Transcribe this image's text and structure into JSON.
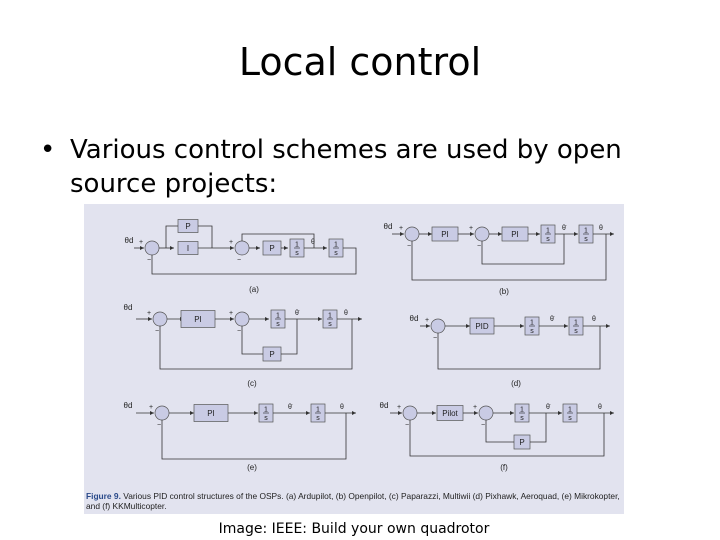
{
  "slide": {
    "title": "Local control",
    "bullet_symbol": "•",
    "bullet": "Various control schemes are used by open source projects:",
    "credit": "Image: IEEE: Build your own quadrotor"
  },
  "figure": {
    "caption_label": "Figure 9.",
    "caption_text": "Various PID control structures of the OSPs. (a) Ardupilot, (b) Openpilot, (c) Paparazzi, Multiwii (d) Pixhawk, Aeroquad, (e) Mikrokopter, and (f) KKMulticopter.",
    "blocks": {
      "p": "P",
      "i": "I",
      "pi": "PI",
      "pid": "PID",
      "pilot": "Pilot",
      "integrator": "1/s"
    },
    "signals": {
      "theta_d": "θd",
      "theta": "θ",
      "theta_dot": "θ̇"
    },
    "panels": [
      "(a)",
      "(b)",
      "(c)",
      "(d)",
      "(e)",
      "(f)"
    ]
  },
  "colors": {
    "figure_bg": "#e2e3ef",
    "block_fill": "#c9cbe4",
    "line": "#333333",
    "caption_label": "#2a4a8a"
  }
}
